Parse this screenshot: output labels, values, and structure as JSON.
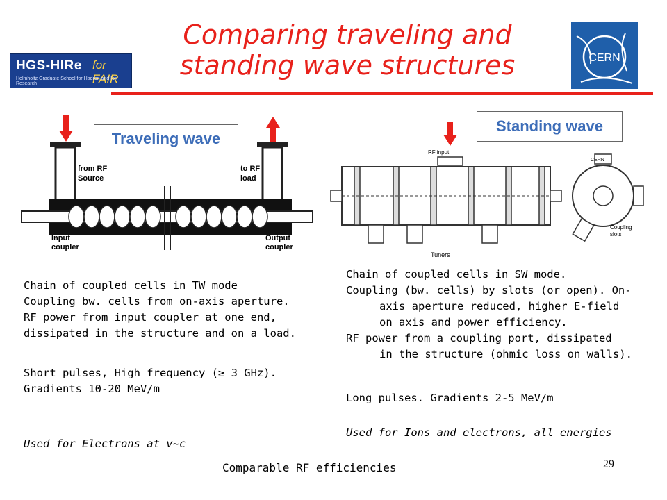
{
  "title": {
    "line1": "Comparing traveling and",
    "line2": "standing wave structures"
  },
  "logos": {
    "hgs_main": "HGS-HIRe",
    "hgs_fair": "for FAIR",
    "hgs_sub": "Helmholtz Graduate School for Hadron and Ion Research",
    "cern": "CERN"
  },
  "colors": {
    "title": "#e8211b",
    "label": "#3d6db8",
    "arrow": "#e8211b"
  },
  "tw": {
    "label": "Traveling wave",
    "diagram": {
      "from_rf_1": "from RF",
      "from_rf_2": "Source",
      "to_rf_1": "to RF",
      "to_rf_2": "load",
      "input_1": "Input",
      "input_2": "coupler",
      "output_1": "Output",
      "output_2": "coupler"
    },
    "lines": [
      "Chain of coupled cells in TW mode",
      "Coupling bw. cells from on-axis aperture.",
      "RF power from input coupler at one end,",
      "dissipated in the structure and on a load."
    ],
    "lines2": [
      "Short pulses, High frequency (≥ 3 GHz).",
      "Gradients 10-20 MeV/m"
    ],
    "used": "Used for Electrons at v~c"
  },
  "sw": {
    "label": "Standing wave",
    "diagram": {
      "rf_input": "RF input",
      "tuners": "Tuners",
      "coupling_1": "Coupling",
      "coupling_2": "slots",
      "cern_mark": "CERN"
    },
    "line1": "Chain of coupled cells in SW mode.",
    "line2a": "Coupling (bw. cells) by slots (or open). On-",
    "line2b": "axis aperture reduced, higher E-field",
    "line2c": "on axis and power efficiency.",
    "line3a": "RF power from a coupling port, dissipated",
    "line3b": "in the structure (ohmic loss on walls).",
    "line4": "Long pulses. Gradients 2-5 MeV/m",
    "used": "Used for Ions and electrons, all energies"
  },
  "bottom": "Comparable RF efficiencies",
  "page_number": "29"
}
